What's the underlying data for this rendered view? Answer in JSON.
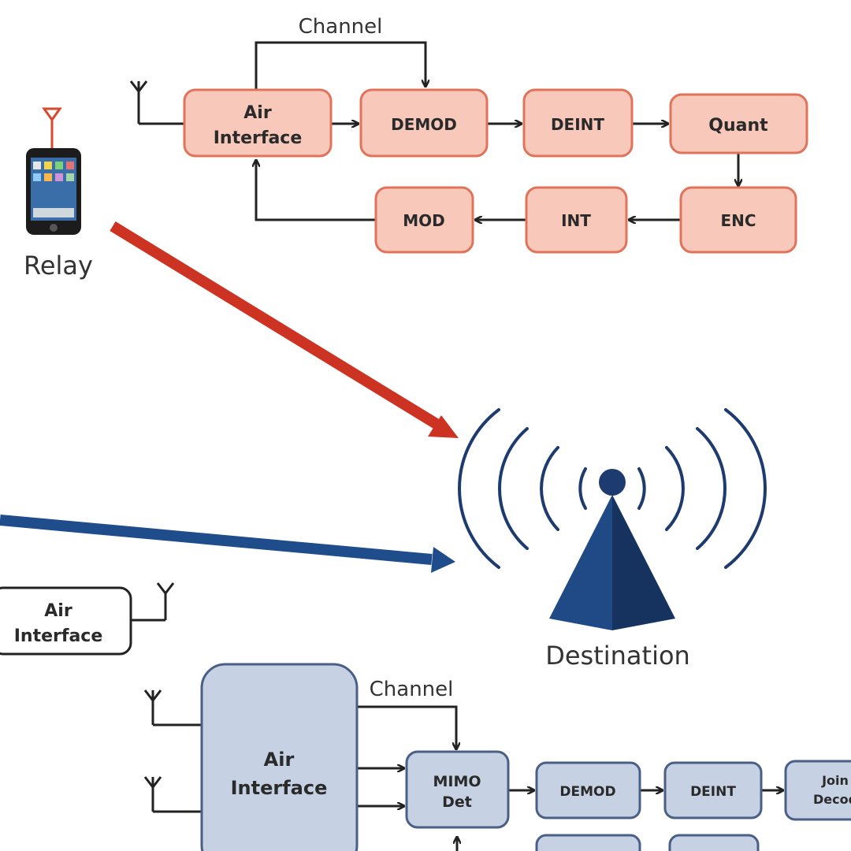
{
  "colors": {
    "relay_fill": "#f8c9bb",
    "relay_stroke": "#e0735a",
    "dest_fill": "#c6d1e3",
    "dest_stroke": "#4a5f86",
    "relay_arrow": "#cc3322",
    "source_arrow": "#1f4d8c",
    "tower": "#1d3b6e"
  },
  "relay": {
    "label": "Relay",
    "channel_label": "Channel",
    "blocks": {
      "air_interface": [
        "Air",
        "Interface"
      ],
      "demod": "DEMOD",
      "deint": "DEINT",
      "quant": "Quant",
      "mod": "MOD",
      "int": "INT",
      "enc": "ENC"
    }
  },
  "source": {
    "air_interface": [
      "Air",
      "Interface"
    ]
  },
  "destination": {
    "label": "Destination",
    "channel_label": "Channel",
    "blocks": {
      "air_interface": [
        "Air",
        "Interface"
      ],
      "mimo_det": [
        "MIMO",
        "Det"
      ],
      "demod": "DEMOD",
      "deint": "DEINT",
      "joint_decoder": [
        "Join",
        "Decod"
      ]
    }
  }
}
